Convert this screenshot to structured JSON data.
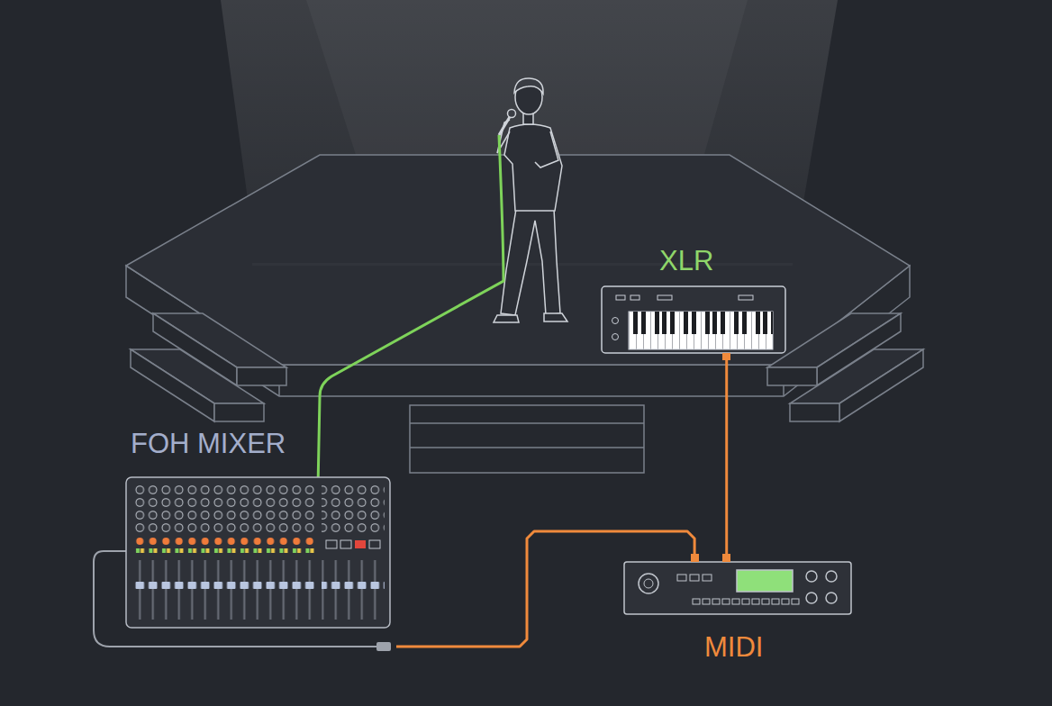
{
  "diagram": {
    "nodes": [
      {
        "text": [
          "XLR"
        ]
      },
      {
        "text": [
          "FOH MIXER"
        ]
      },
      {
        "text": [
          "MIDI"
        ]
      }
    ],
    "edges": [
      {
        "from": 0,
        "to": 2,
        "arrow": "none"
      },
      {
        "from": 1,
        "to": 2,
        "arrow": "none"
      }
    ]
  }
}
